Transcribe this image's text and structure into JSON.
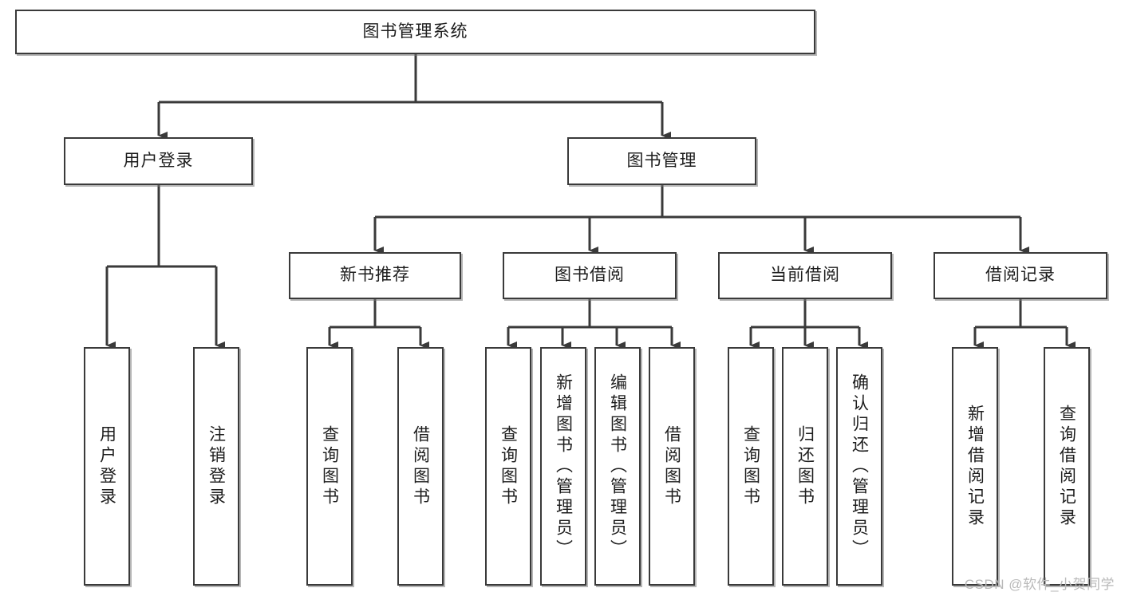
{
  "diagram": {
    "title_node": {
      "label": "图书管理系统"
    },
    "level2": [
      {
        "label": "用户登录"
      },
      {
        "label": "图书管理"
      }
    ],
    "level3": [
      {
        "label": "新书推荐"
      },
      {
        "label": "图书借阅"
      },
      {
        "label": "当前借阅"
      },
      {
        "label": "借阅记录"
      }
    ],
    "leaves": {
      "user_login": [
        {
          "label": "用户登录"
        },
        {
          "label": "注销登录"
        }
      ],
      "new_book_recommend": [
        {
          "label": "查询图书"
        },
        {
          "label": "借阅图书"
        }
      ],
      "book_borrow": [
        {
          "label": "查询图书"
        },
        {
          "label": "新增图书（管理员）"
        },
        {
          "label": "编辑图书（管理员）"
        },
        {
          "label": "借阅图书"
        }
      ],
      "current_borrow": [
        {
          "label": "查询图书"
        },
        {
          "label": "归还图书"
        },
        {
          "label": "确认归还（管理员）"
        }
      ],
      "borrow_record": [
        {
          "label": "新增借阅记录"
        },
        {
          "label": "查询借阅记录"
        }
      ]
    }
  },
  "watermark": {
    "text": "CSDN @软件_小贺同学"
  },
  "colors": {
    "border": "#3a3a3a",
    "text": "#1d1d1d",
    "background": "#ffffff",
    "watermark": "#b9b9b9"
  }
}
